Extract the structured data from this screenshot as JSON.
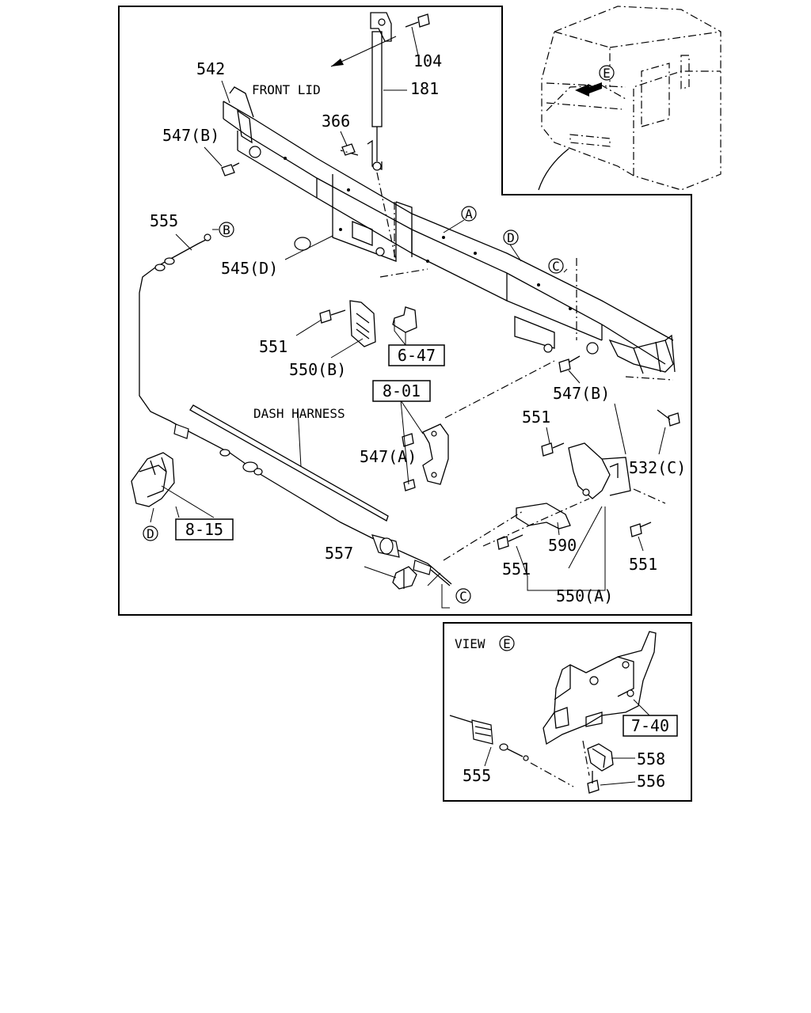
{
  "labels": {
    "p542": "542",
    "front_lid": "FRONT LID",
    "p104": "104",
    "p181": "181",
    "p366": "366",
    "p547b_top": "547(B)",
    "p555_main": "555",
    "p545d": "545(D)",
    "p551_a": "551",
    "p550b": "550(B)",
    "ref_647": "6-47",
    "ref_801": "8-01",
    "dash_harness": "DASH HARNESS",
    "p547a": "547(A)",
    "p547b_right": "547(B)",
    "p551_b": "551",
    "p532c": "532(C)",
    "ref_815": "8-15",
    "p557": "557",
    "p590": "590",
    "p551_c": "551",
    "p551_d": "551",
    "p550a": "550(A)",
    "view_e": "VIEW",
    "ref_740": "7-40",
    "p558": "558",
    "p556": "556",
    "p555_view": "555"
  },
  "markers": {
    "a": "A",
    "b": "B",
    "c_top": "C",
    "c_bottom": "C",
    "d_top": "D",
    "d_bottom": "D",
    "e_cab": "E",
    "e_view": "E"
  }
}
